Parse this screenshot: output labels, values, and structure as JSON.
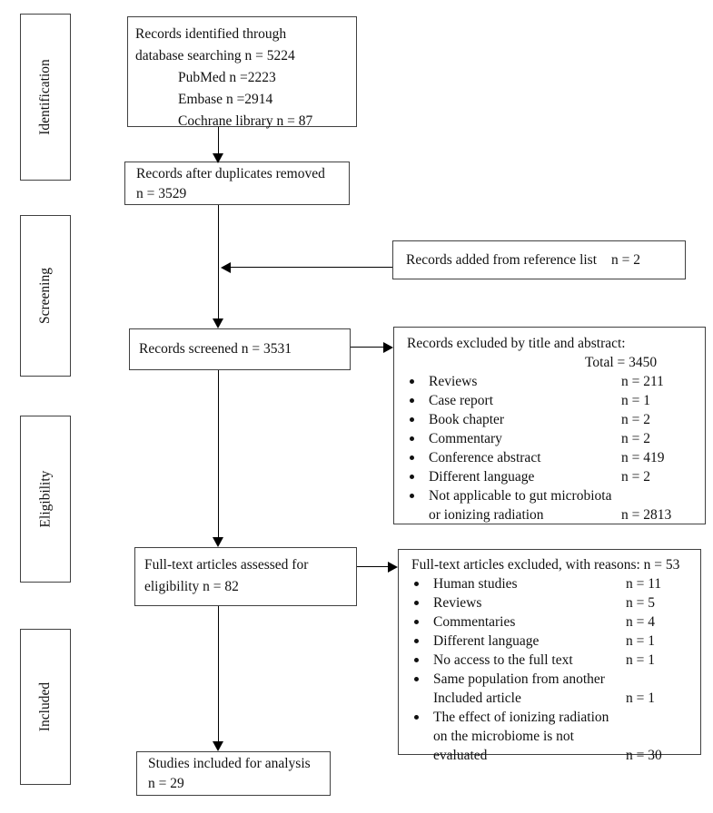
{
  "theme": {
    "background": "#ffffff",
    "border_color": "#404040",
    "text_color": "#111111",
    "arrow_color": "#000000"
  },
  "stages": [
    {
      "label": "Identification"
    },
    {
      "label": "Screening"
    },
    {
      "label": "Eligibility"
    },
    {
      "label": "Included"
    }
  ],
  "boxes": {
    "identified": {
      "line1": "Records identified through",
      "line2": "database searching n = 5224",
      "sub1": "PubMed n =2223",
      "sub2": "Embase n =2914",
      "sub3": "Cochrane library n = 87"
    },
    "duplicates_removed": {
      "line1": "Records after duplicates removed",
      "line2": "n = 3529"
    },
    "reference_list": {
      "label": "Records added from reference list",
      "value": "n = 2"
    },
    "screened": {
      "label": "Records screened n = 3531"
    },
    "excluded_title_abstract": {
      "title": "Records excluded by title and abstract:",
      "total": "Total = 3450",
      "items": [
        {
          "l1": "Reviews",
          "value": "n = 211"
        },
        {
          "l1": "Case report",
          "value": "n = 1"
        },
        {
          "l1": "Book chapter",
          "value": "n = 2"
        },
        {
          "l1": "Commentary",
          "value": "n = 2"
        },
        {
          "l1": "Conference abstract",
          "value": "n = 419"
        },
        {
          "l1": "Different language",
          "value": "n = 2"
        },
        {
          "l1": "Not applicable to gut microbiota",
          "l2": "or ionizing radiation",
          "value": "n = 2813"
        }
      ]
    },
    "fulltext_assessed": {
      "line1": "Full-text articles assessed for",
      "line2": "eligibility n = 82"
    },
    "fulltext_excluded": {
      "title": "Full-text articles excluded, with reasons: n = 53",
      "items": [
        {
          "l1": "Human studies",
          "value": "n = 11"
        },
        {
          "l1": "Reviews",
          "value": "n = 5"
        },
        {
          "l1": "Commentaries",
          "value": "n = 4"
        },
        {
          "l1": "Different language",
          "value": "n = 1"
        },
        {
          "l1": "No access to the full text",
          "value": "n = 1"
        },
        {
          "l1": "Same population from another",
          "l2": "Included article",
          "value": "n = 1"
        },
        {
          "l1": "The effect of ionizing radiation",
          "l2": "on the microbiome is not",
          "l3": "evaluated",
          "value": "n = 30"
        }
      ]
    },
    "included_analysis": {
      "line1": "Studies included for analysis",
      "line2": "n = 29"
    }
  }
}
